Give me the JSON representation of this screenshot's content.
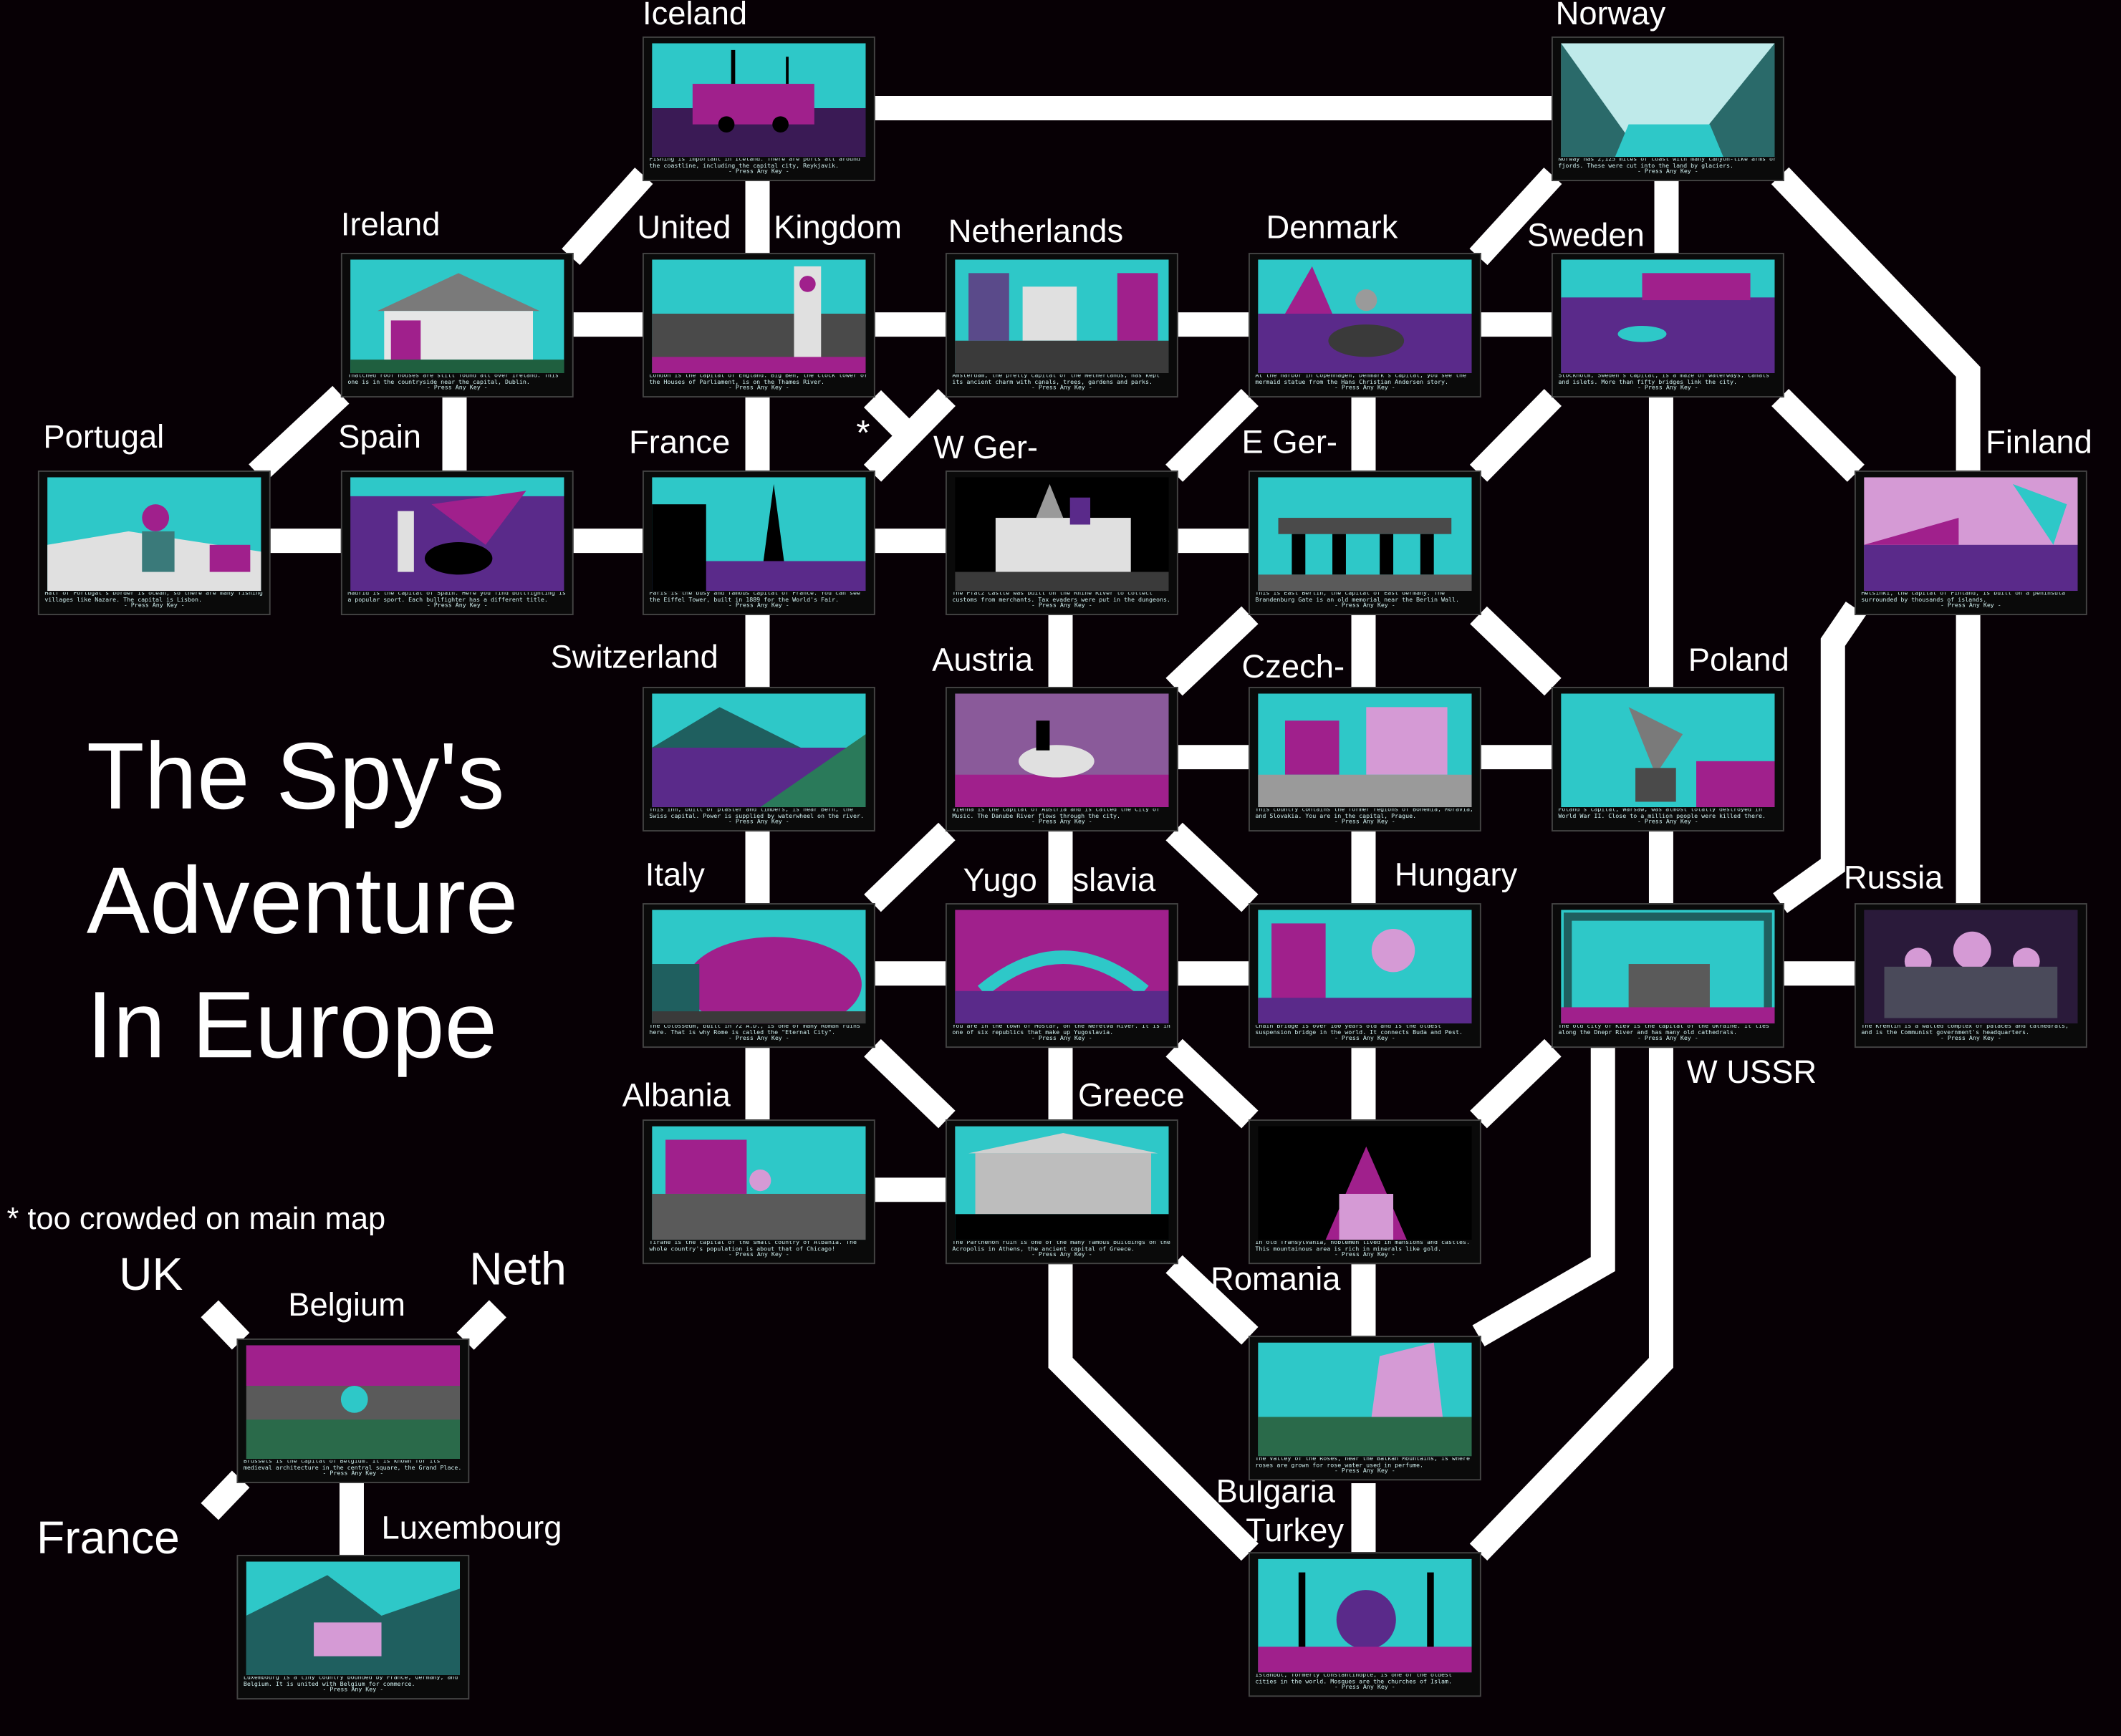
{
  "title": {
    "line1": "The Spy's",
    "line2": "Adventure",
    "line3": "In Europe"
  },
  "footnote": "* too crowded on main map",
  "star": "*",
  "colors": {
    "background": "#070005",
    "connector": "#ffffff",
    "teal": "#2ec8c8",
    "magenta": "#a0208c"
  },
  "labels": {
    "iceland": "Iceland",
    "norway": "Norway",
    "ireland": "Ireland",
    "united": "United",
    "kingdom": "Kingdom",
    "netherlands": "Netherlands",
    "denmark": "Denmark",
    "sweden": "Sweden",
    "portugal": "Portugal",
    "spain": "Spain",
    "france": "France",
    "wger": "W Ger-",
    "eger": "E Ger-",
    "finland": "Finland",
    "switzerland": "Switzerland",
    "austria": "Austria",
    "czech": "Czech-",
    "poland": "Poland",
    "italy": "Italy",
    "yugo": "Yugo",
    "slavia": "slavia",
    "hungary": "Hungary",
    "russia": "Russia",
    "wussr": "W USSR",
    "albania": "Albania",
    "greece": "Greece",
    "romania": "Romania",
    "bulgaria": "Bulgaria",
    "turkey": "Turkey",
    "belgium": "Belgium",
    "luxembourg": "Luxembourg",
    "inset_uk": "UK",
    "inset_neth": "Neth",
    "inset_france": "France"
  },
  "captions": {
    "iceland": "Fishing is important in Iceland. There are ports all around the coastline, including the capital city, Reykjavik.",
    "norway": "Norway has 2,125 miles of coast with many canyon-like arms or fjords. These were cut into the land by glaciers.",
    "ireland": "Thatched roof houses are still found all over Ireland. This one is in the countryside near the capital, Dublin.",
    "uk": "London is the capital of England. Big Ben, the clock tower of the Houses of Parliament, is on the Thames River.",
    "netherlands": "Amsterdam, the pretty capital of the Netherlands, has kept its ancient charm with canals, trees, gardens and parks.",
    "denmark": "At the harbor in Copenhagen, Denmark's capital, you see the mermaid statue from the Hans Christian Andersen story.",
    "sweden": "Stockholm, Sweden's capital, is a maze of waterways, canals and islets. More than fifty bridges link the city.",
    "portugal": "Half of Portugal's border is ocean, so there are many fishing villages like Nazare. The capital is Lisbon.",
    "spain": "Madrid is the capital of Spain. Here you find bullfighting is a popular sport. Each bullfighter has a different title.",
    "france": "Paris is the busy and famous capital of France. You can see the Eiffel Tower, built in 1889 for the World's Fair.",
    "wger": "The Pfalz Castle was built on the Rhine River to collect customs from merchants. Tax evaders were put in the dungeons.",
    "eger": "This is East Berlin, the capital of East Germany. The Brandenburg Gate is an old memorial near the Berlin Wall.",
    "finland": "Helsinki, the capital of Finland, is built on a peninsula surrounded by thousands of islands.",
    "switzerland": "This inn, built of plaster and timbers, is near Bern, the Swiss capital. Power is supplied by waterwheel on the river.",
    "austria": "Vienna is the capital of Austria and is called the City of Music. The Danube River flows through the city.",
    "czech": "This country contains the former regions of Bohemia, Moravia, and Slovakia. You are in the capital, Prague.",
    "poland": "Poland's capital, Warsaw, was almost totally destroyed in World War II. Close to a million people were killed there.",
    "italy": "The Colosseum, built in 72 A.D., is one of many Roman ruins here. That is why Rome is called the \"Eternal City\".",
    "yugoslavia": "You are in the town of Mostar, on the Neretva River. It is in one of six republics that make up Yugoslavia.",
    "hungary": "Chain Bridge is over 100 years old and is the oldest suspension bridge in the world. It connects Buda and Pest.",
    "russia": "The Kremlin is a walled complex of palaces and cathedrals, and is the Communist government's headquarters.",
    "wussr": "The old city of Kiev is the capital of the Ukraine. It lies along the Dnepr River and has many old cathedrals.",
    "albania": "Tirane is the capital of the small country of Albania. The whole country's population is about that of Chicago!",
    "greece": "The Parthenon ruin is one of the many famous buildings on the Acropolis in Athens, the ancient capital of Greece.",
    "romania": "In old Transylvania, noblemen lived in mansions and castles. This mountainous area is rich in minerals like gold.",
    "bulgaria": "The Valley of the Roses, near the Balkan Mountains, is where roses are grown for rose water used in perfume.",
    "turkey": "Istanbul, formerly Constantinople, is one of the oldest cities in the world. Mosques are the churches of Islam.",
    "belgium": "Brussels is the capital of Belgium. It is known for its medieval architecture in the central square, the Grand Place.",
    "luxembourg": "Luxembourg is a tiny country bounded by France, Germany, and Belgium. It is united with Belgium for commerce."
  },
  "press": "- Press Any Key -"
}
